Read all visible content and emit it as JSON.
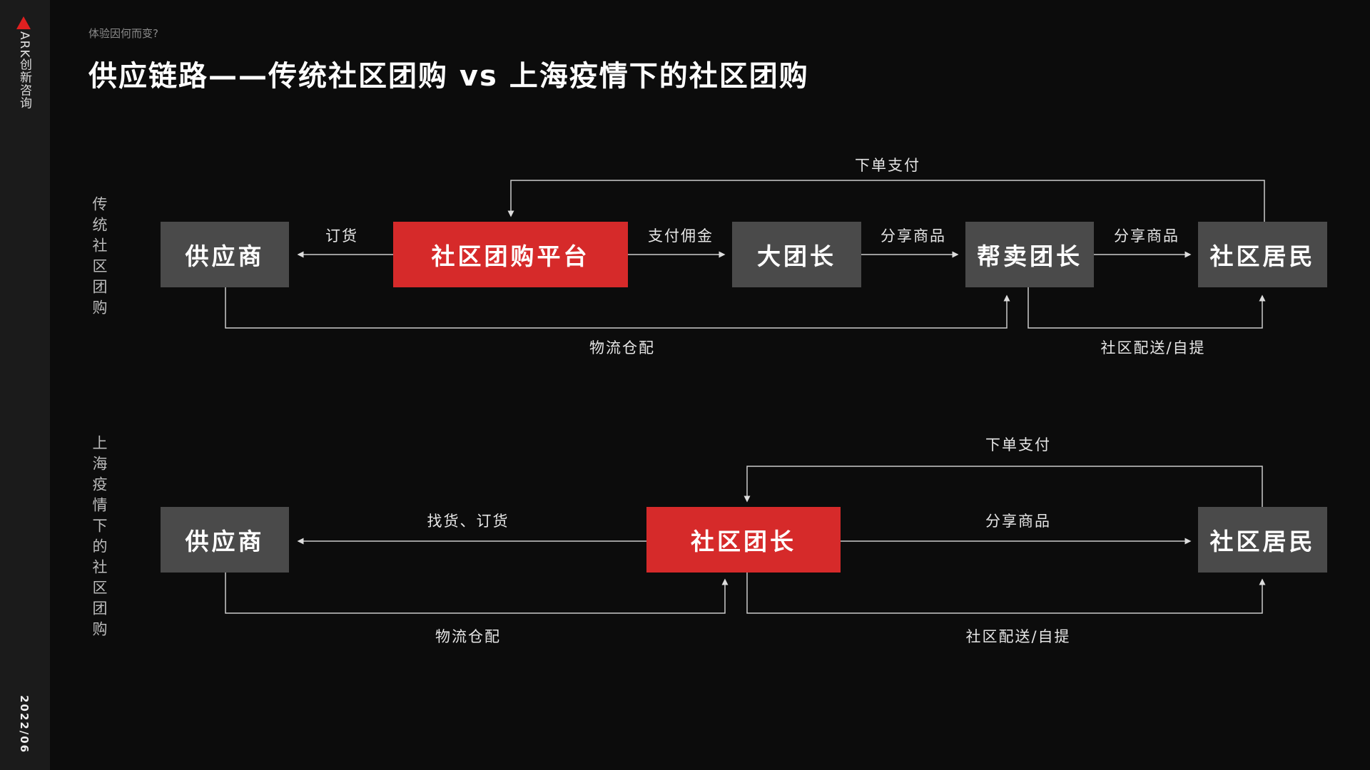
{
  "sidebar": {
    "logo": "ARK创新咨询",
    "date": "2022/06"
  },
  "header": {
    "subtitle": "体验因何而变?",
    "title": "供应链路——传统社区团购 vs 上海疫情下的社区团购"
  },
  "traditional": {
    "section_label": "传统社区团购",
    "nodes": [
      "供应商",
      "社区团购平台",
      "大团长",
      "帮卖团长",
      "社区居民"
    ],
    "edges": {
      "order_pay": "下单支付",
      "order_goods": "订货",
      "pay_commission": "支付佣金",
      "share1": "分享商品",
      "share2": "分享商品",
      "logistics": "物流仓配",
      "delivery": "社区配送/自提"
    }
  },
  "shanghai": {
    "section_label": "上海疫情下的社区团购",
    "nodes": [
      "供应商",
      "社区团长",
      "社区居民"
    ],
    "edges": {
      "order_pay": "下单支付",
      "find_order": "找货、订货",
      "share": "分享商品",
      "logistics": "物流仓配",
      "delivery": "社区配送/自提"
    }
  },
  "colors": {
    "accent": "#d62a2a",
    "box": "#4a4a4a"
  }
}
